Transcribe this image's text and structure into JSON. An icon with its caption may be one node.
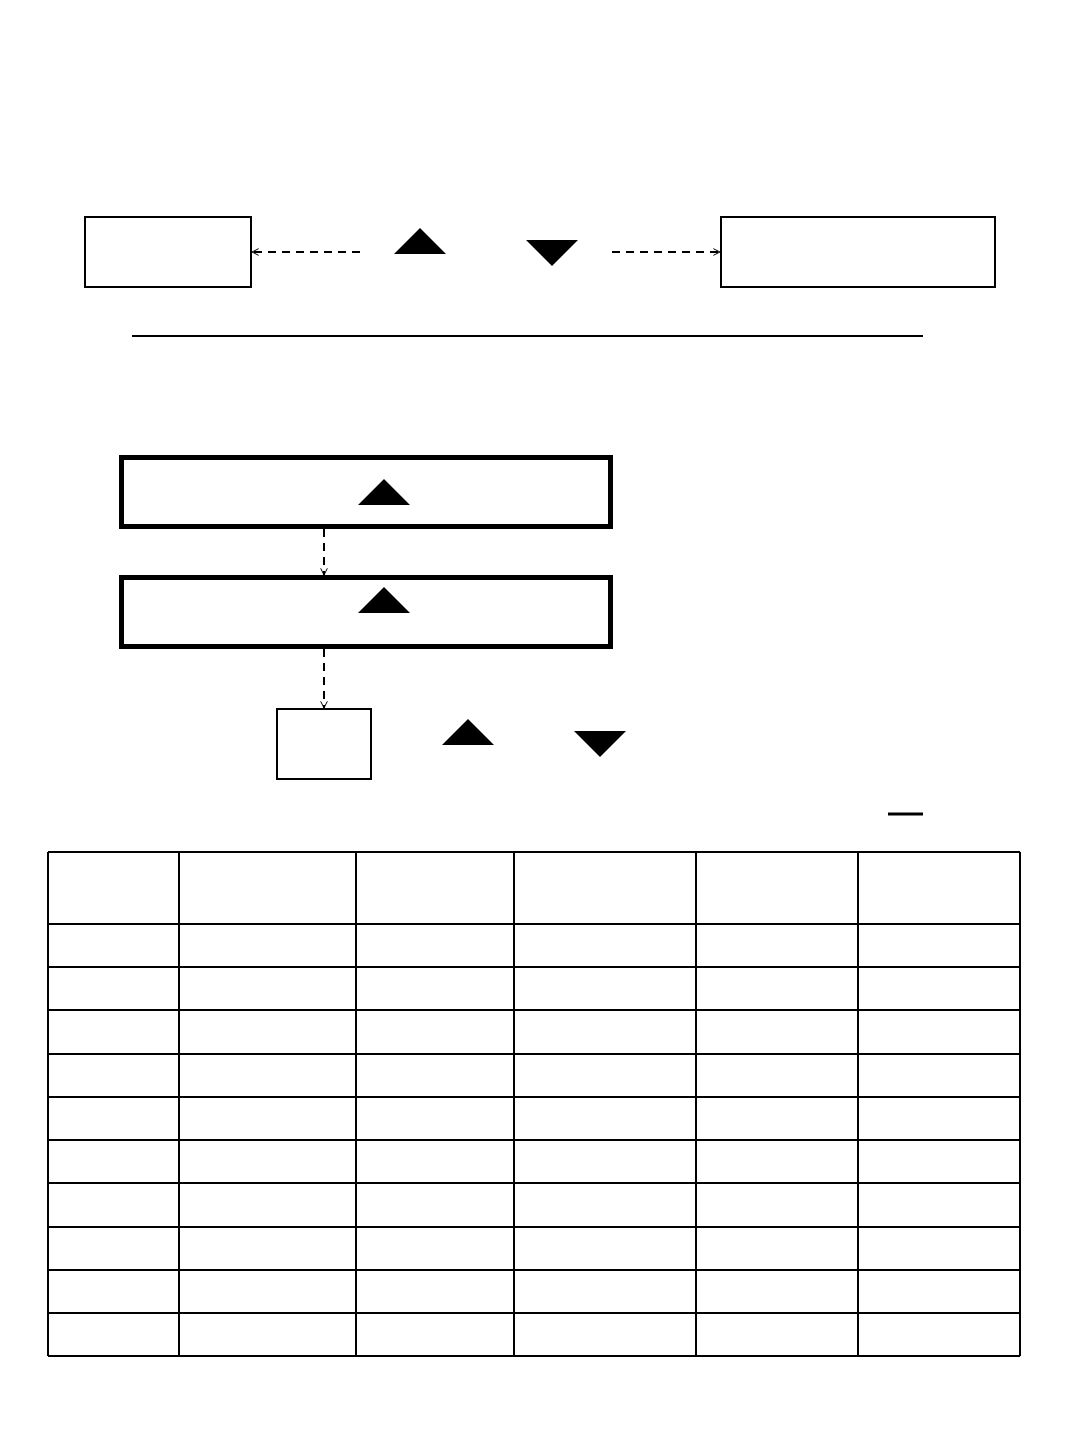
{
  "diagram": {
    "nodes": [
      {
        "text": [],
        "shape": "box"
      },
      {
        "text": [],
        "shape": "box"
      },
      {
        "text": [],
        "shape": "bar"
      },
      {
        "text": [],
        "shape": "bar"
      },
      {
        "text": [],
        "shape": "box"
      }
    ],
    "edges": [
      {
        "from": null,
        "to": 0,
        "arrow": "to",
        "style": "dashed"
      },
      {
        "from": null,
        "to": 1,
        "arrow": "to",
        "style": "dashed"
      },
      {
        "from": 2,
        "to": 3,
        "arrow": "to",
        "style": "dashed"
      },
      {
        "from": 3,
        "to": 4,
        "arrow": "to",
        "style": "dashed"
      }
    ]
  }
}
